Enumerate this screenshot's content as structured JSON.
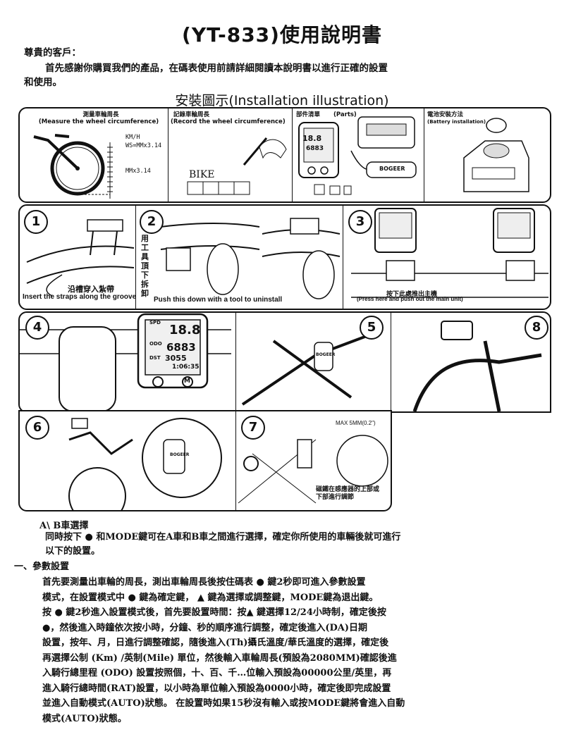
{
  "header": {
    "title": "(YT-833)使用說明書"
  },
  "intro": {
    "salutation": "尊貴的客戶：",
    "line1": "首先感謝你購買我們的產品，在碼表使用前請詳細閱讀本說明書以進行正確的設置",
    "line2": "和使用。"
  },
  "installation": {
    "heading": "安裝圖示(Installation illustration)",
    "top_row": [
      {
        "zh": "測量車輪周長",
        "en": "(Measure the wheel circumference)"
      },
      {
        "zh": "記錄車輪周長",
        "en": "(Record the wheel circumference)"
      },
      {
        "zh": "部件清單",
        "en": "(Parts)"
      },
      {
        "zh": "電池安裝方法",
        "en": "(Battery installation)"
      }
    ],
    "measure_labels": [
      "KM/H",
      "WS=MMx3.14",
      "MMx3.14"
    ],
    "record_label": "BIKE",
    "display_values": {
      "speed": "18.8",
      "odo": "6883",
      "time": "3055",
      "clock": "1:06:35",
      "spd": "SPD",
      "odo_label": "ODO",
      "dst": "DST",
      "mode": "M"
    },
    "sensor_brand": "BOGEER",
    "steps": [
      {
        "num": "1",
        "zh": "沿槽穿入紮帶",
        "en": "Insert the straps along the groove"
      },
      {
        "num": "2",
        "zh": "用工具頂下拆卸",
        "en": "Push this down with a tool to uninstall"
      },
      {
        "num": "3",
        "zh": "按下此處推出主機",
        "en": "(Press here and push out the main unit)"
      },
      {
        "num": "4"
      },
      {
        "num": "5"
      },
      {
        "num": "8"
      },
      {
        "num": "6"
      },
      {
        "num": "7",
        "max": "MAX 5MM(0.2\")",
        "note": "磁鐵在感應器的上部或下部進行調節"
      }
    ]
  },
  "body": {
    "ab_heading": "A\\ B車選擇",
    "ab_text1": "同時按下 ● 和MODE鍵可在A車和B車之間進行選擇，確定你所使用的車輛後就可進行",
    "ab_text2": "以下的設置。",
    "param_heading": "一、參數設置",
    "param_lines": [
      "首先要測量出車輪的周長，測出車輪周長後按住碼表 ● 鍵2秒即可進入參數設置",
      "模式，在設置模式中 ● 鍵為確定鍵， ▲ 鍵為選擇或調整鍵，MODE鍵為退出鍵。",
      "按 ● 鍵2秒進入設置模式後，首先要設置時間：按▲ 鍵選擇12/24小時制，確定後按",
      "●，然後進入時鐘依次按小時，分鐘、秒的順序進行調整，確定後進入(DA)日期",
      "設置，按年、月，日進行調整確認，隨後進入(Th)攝氏溫度/華氏溫度的選擇，確定後",
      "再選擇公制 (Km) /英制(Mile) 單位，然後輸入車輪周長(預設為2080MM)確認後進",
      "入騎行總里程 (ODO) 設置按照個，十、百、千…位輸入預設為00000公里/英里，再",
      "進入騎行總時間(RAT)設置，以小時為單位輸入預設為0000小時，確定後即完成設置",
      "並進入自動模式(AUTO)狀態。 在設置時如果15秒沒有輸入或按MODE鍵將會進入自動",
      "模式(AUTO)狀態。"
    ]
  }
}
